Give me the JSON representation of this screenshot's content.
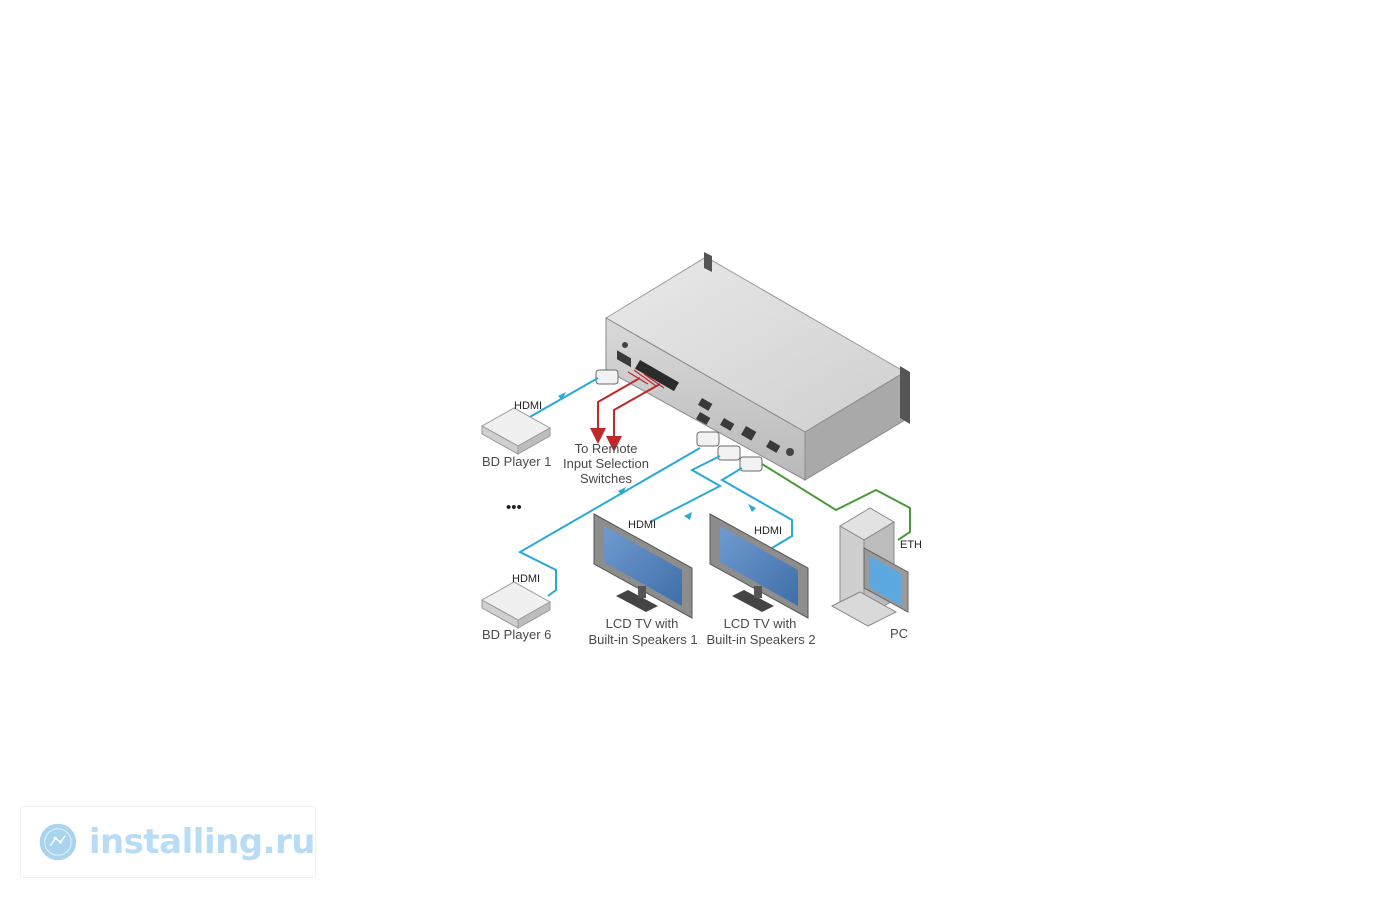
{
  "labels": {
    "hdmi_1": "HDMI",
    "hdmi_2": "HDMI",
    "hdmi_3": "HDMI",
    "hdmi_4": "HDMI",
    "bd_player_1": "BD Player 1",
    "bd_player_6": "BD Player 6",
    "ellipsis": "•••",
    "remote_line1": "To Remote",
    "remote_line2": "Input Selection",
    "remote_line3": "Switches",
    "tv1_line1": "LCD TV with",
    "tv1_line2": "Built-in Speakers 1",
    "tv2_line1": "LCD TV with",
    "tv2_line2": "Built-in Speakers 2",
    "eth": "ETH",
    "pc": "PC"
  },
  "watermark": {
    "text": "installing.ru"
  },
  "colors": {
    "hdmi_cable": "#2aa8d8",
    "eth_cable": "#4a9a3a",
    "remote_wire": "#c0282a",
    "device_body": "#e8e8e8",
    "screen": "#5b8fc7",
    "watermark": "#b7dcf3"
  }
}
